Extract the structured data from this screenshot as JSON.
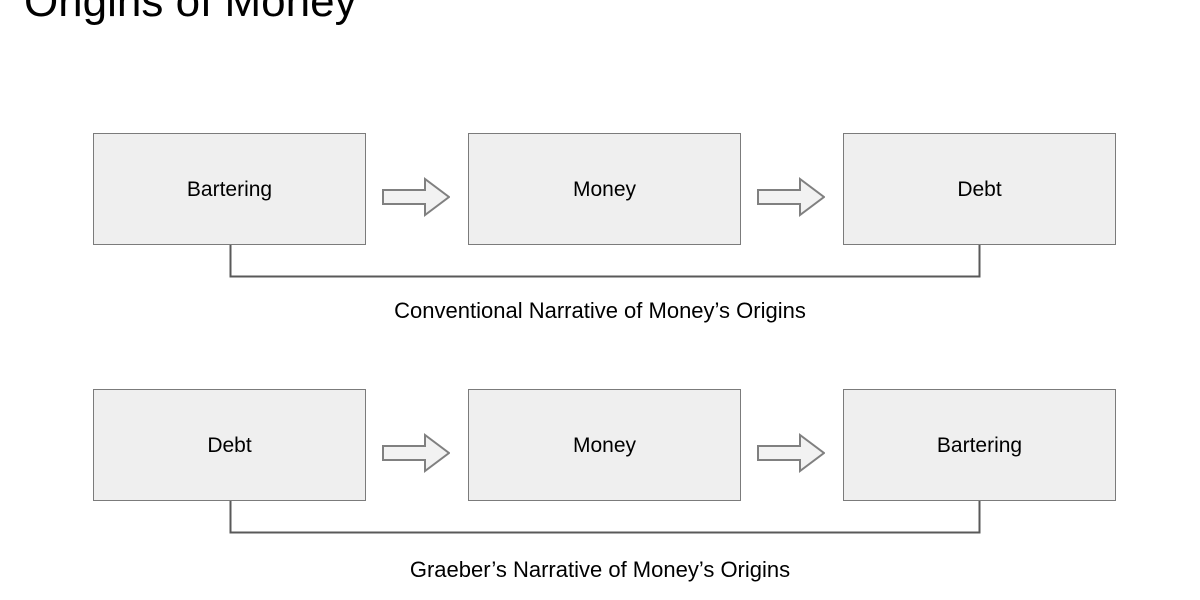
{
  "slide": {
    "title": "Origins of Money",
    "background_color": "#ffffff"
  },
  "style": {
    "box_fill": "#efefef",
    "box_stroke": "#7b7b7b",
    "arrow_fill": "#f2f2f2",
    "arrow_stroke": "#808080",
    "connector_stroke": "#595959",
    "text_color": "#000000"
  },
  "diagrams": [
    {
      "id": "conventional-narrative",
      "caption": "Conventional Narrative of Money’s Origins",
      "boxes": [
        {
          "label": "Bartering"
        },
        {
          "label": "Money"
        },
        {
          "label": "Debt"
        }
      ],
      "arrows": [
        {
          "from": "Bartering",
          "to": "Money",
          "icon": "block-arrow-right-icon"
        },
        {
          "from": "Money",
          "to": "Debt",
          "icon": "block-arrow-right-icon"
        }
      ],
      "bracket": {
        "from": "Bartering",
        "to": "Debt"
      }
    },
    {
      "id": "graeber-narrative",
      "caption": "Graeber’s Narrative of Money’s Origins",
      "boxes": [
        {
          "label": "Debt"
        },
        {
          "label": "Money"
        },
        {
          "label": "Bartering"
        }
      ],
      "arrows": [
        {
          "from": "Debt",
          "to": "Money",
          "icon": "block-arrow-right-icon"
        },
        {
          "from": "Money",
          "to": "Bartering",
          "icon": "block-arrow-right-icon"
        }
      ],
      "bracket": {
        "from": "Debt",
        "to": "Bartering"
      }
    }
  ]
}
